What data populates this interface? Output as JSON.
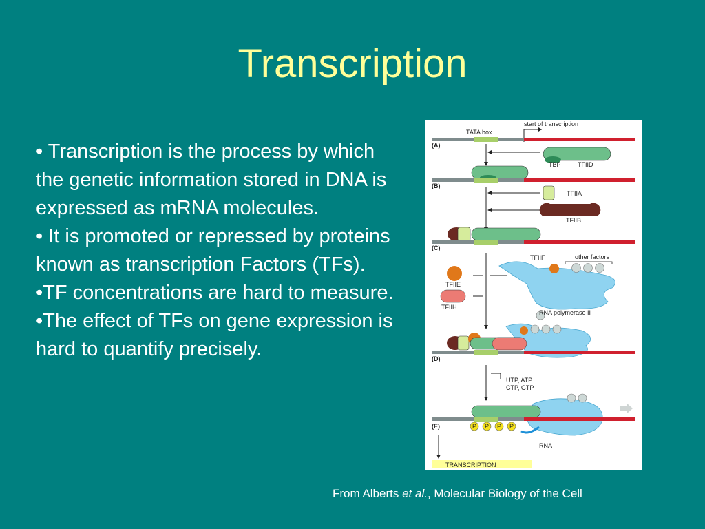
{
  "slide": {
    "title": "Transcription",
    "bullets": [
      "• Transcription is the process by which the genetic information stored in DNA is expressed as mRNA molecules.",
      "• It is promoted or repressed by proteins known as transcription Factors (TFs).",
      "•TF concentrations are hard to measure.",
      "•The effect of TFs on gene expression is hard to quantify precisely."
    ],
    "caption": {
      "prefix": "From Alberts ",
      "italic": "et al.",
      "suffix": ", Molecular Biology of the Cell"
    }
  },
  "figure": {
    "tata_box": "TATA box",
    "start_of_transcription": "start of transcription",
    "steps": [
      "(A)",
      "(B)",
      "(C)",
      "(D)",
      "(E)"
    ],
    "labels": {
      "tbp": "TBP",
      "tfiid": "TFIID",
      "tfiia": "TFIIA",
      "tfiib": "TFIIB",
      "tfiif": "TFIIF",
      "other_factors": "other factors",
      "tfiie": "TFIIE",
      "tfiih": "TFIIH",
      "rna_polymerase": "RNA polymerase II",
      "utp_atp": "UTP, ATP",
      "ctp_gtp": "CTP, GTP",
      "rna": "RNA",
      "transcription": "TRANSCRIPTION"
    },
    "phosphate": "P"
  },
  "colors": {
    "background": "#008080",
    "title": "#ffff99",
    "text": "#ffffff",
    "dna_gray": "#7f8c8d",
    "dna_red": "#d0202e",
    "tata_green": "#a8cf6a",
    "tfiid_green": "#6dbf8a",
    "tfiib_brown": "#6b2a22",
    "polymerase_blue": "#8fd3f0",
    "tfiie_orange": "#e0781a",
    "tfiih_pink": "#ec7b74",
    "phosphate_yellow": "#f5e11a"
  }
}
